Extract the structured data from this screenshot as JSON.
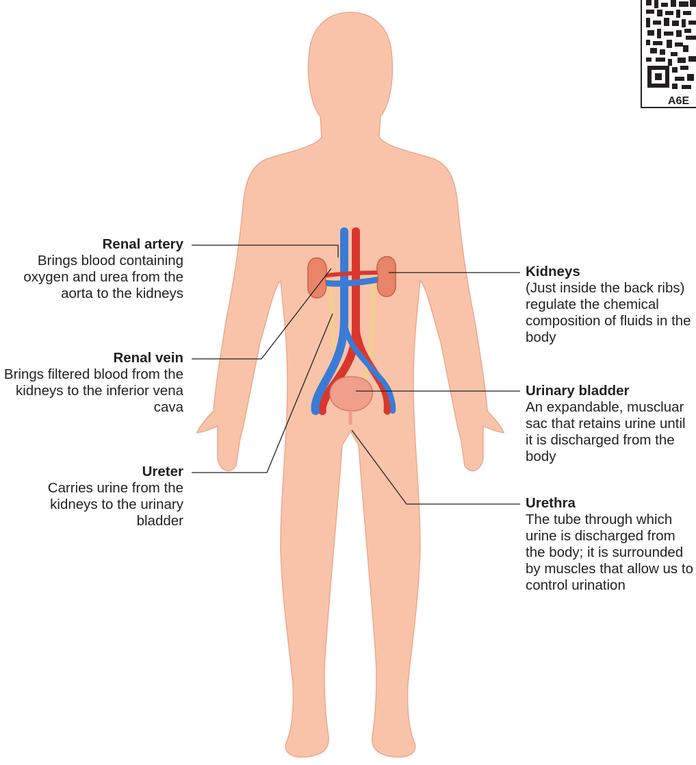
{
  "labels": {
    "renal_artery": {
      "title": "Renal artery",
      "description": "Brings blood containing oxygen and urea from the aorta to the kidneys"
    },
    "renal_vein": {
      "title": "Renal vein",
      "description": "Brings filtered blood from the kidneys to the inferior vena cava"
    },
    "ureter": {
      "title": "Ureter",
      "description": "Carries urine from the kidneys to the urinary bladder"
    },
    "kidneys": {
      "title": "Kidneys",
      "description": "(Just inside the back ribs) regulate the chemical composition of fluids in the body"
    },
    "urinary_bladder": {
      "title": "Urinary bladder",
      "description": "An expandable, muscluar sac that retains urine until it is discharged from the body"
    },
    "urethra": {
      "title": "Urethra",
      "description": "The tube through which urine is discharged from the body; it is surrounded by muscles that allow us to control urination"
    }
  },
  "qr_code": {
    "caption": "A6E"
  },
  "colors": {
    "skin": "#f9c3a9",
    "skin_outline": "#e8a98d",
    "artery": "#d9372d",
    "vein": "#3a7bd5",
    "ureter": "#f1d08a",
    "kidney": "#e98468",
    "bladder": "#ef9f8a",
    "leader_line": "#231f20"
  }
}
